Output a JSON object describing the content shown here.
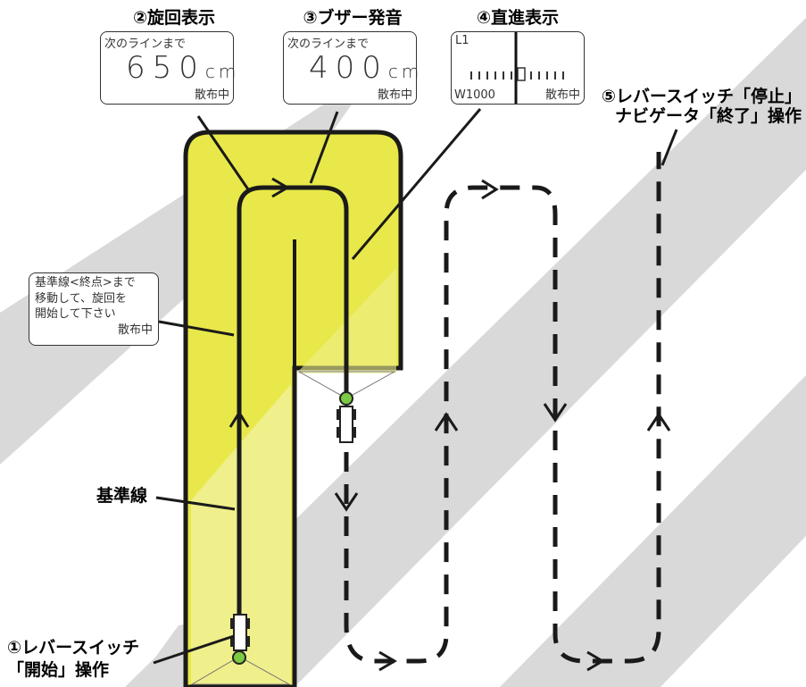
{
  "labels": {
    "step2": "②旋回表示",
    "step3": "③ブザー発音",
    "step4": "④直進表示",
    "step5_line1": "⑤レバースイッチ「停止」",
    "step5_line2": "ナビゲータ「終了」操作",
    "step1_line1": "①レバースイッチ",
    "step1_line2": "「開始」操作",
    "base_line": "基準線"
  },
  "display2": {
    "title": "次のラインまで",
    "value": "650",
    "unit": "cm",
    "status": "散布中"
  },
  "display3": {
    "title": "次のラインまで",
    "value": "400",
    "unit": "cm",
    "status": "散布中"
  },
  "display4": {
    "line": "L1",
    "width": "W1000",
    "status": "散布中"
  },
  "message": {
    "line1": "基準線<終点>まで",
    "line2": "移動して、旋回を",
    "line3": "開始して下さい",
    "status": "散布中"
  },
  "colors": {
    "field": "#e8e84a",
    "field_light": "#efef8c",
    "path": "#1a1a1a",
    "watermark": "#d9d9d9",
    "tractor_green": "#7cc943"
  }
}
